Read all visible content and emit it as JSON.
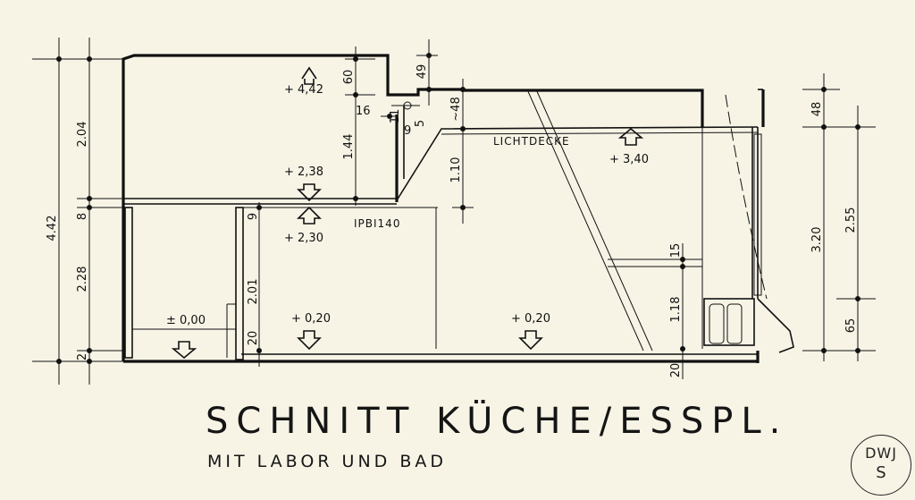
{
  "title": "SCHNITT KÜCHE/ESSPL.",
  "subtitle": "MIT LABOR UND BAD",
  "stamp": {
    "line1": "DWJ",
    "line2": "S"
  },
  "labels": {
    "ceiling": "LICHTDECKE",
    "beam": "IPBI140"
  },
  "levels": {
    "roof": "+ 4,42",
    "upper_floor": "+ 2,38",
    "lab_ceiling": "+ 2,30",
    "ceiling": "+ 3,40",
    "bath_floor": "± 0,00",
    "floor_a": "+ 0,20",
    "floor_b": "+ 0,20"
  },
  "dims": {
    "left_total": "4.42",
    "left_upper": "2.04",
    "left_mid": "8",
    "left_lower": "2.28",
    "left_base": "2",
    "d60": "60",
    "d144": "1.44",
    "d16": "16",
    "d11": "11",
    "d5": "5",
    "d9a": "9",
    "d49": "49",
    "d48a": "~48",
    "d110": "1.10",
    "d9b": "9",
    "d201": "2.01",
    "d20a": "20",
    "d15": "15",
    "d118": "1.18",
    "d20b": "20",
    "right_48": "48",
    "right_320": "3.20",
    "right_255": "2.55",
    "right_65": "65"
  }
}
